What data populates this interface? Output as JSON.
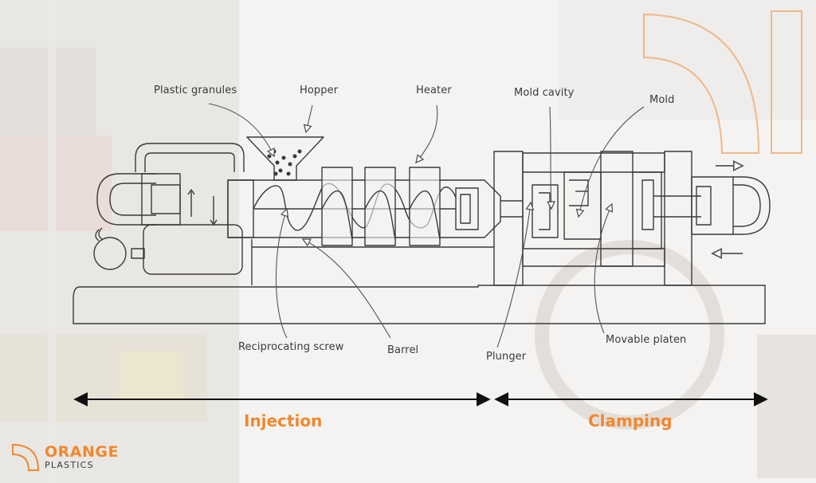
{
  "colors": {
    "accent": "#f0882e",
    "line": "#3a3a3a",
    "background": "#f4f3f1"
  },
  "labels": {
    "plastic_granules": "Plastic granules",
    "hopper": "Hopper",
    "heater": "Heater",
    "mold_cavity": "Mold cavity",
    "mold": "Mold",
    "reciprocating_screw": "Reciprocating screw",
    "barrel": "Barrel",
    "plunger": "Plunger",
    "movable_platen": "Movable platen"
  },
  "sections": {
    "injection": "Injection",
    "clamping": "Clamping"
  },
  "logo": {
    "brand": "ORANGE",
    "sub": "PLASTICS"
  }
}
